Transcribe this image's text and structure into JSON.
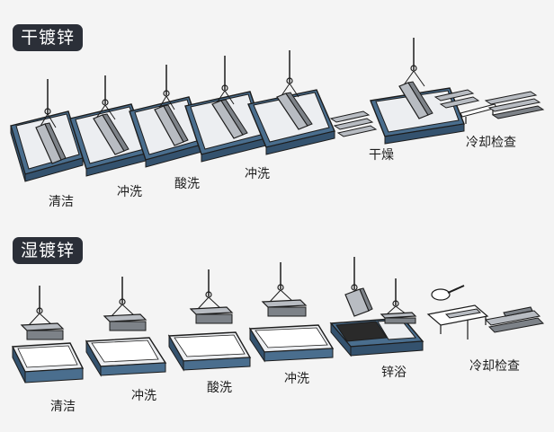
{
  "dry": {
    "title": "干镀锌",
    "steps": [
      "清洁",
      "冲洗",
      "酸洗",
      "冲洗",
      "干燥",
      "冷却检查"
    ]
  },
  "wet": {
    "title": "湿镀锌",
    "steps": [
      "清洁",
      "冲洗",
      "酸洗",
      "冲洗",
      "锌浴",
      "冷却检查"
    ]
  },
  "colors": {
    "tank_front": "#4a6e8e",
    "tank_side": "#34526e",
    "tank_inner": "#eceef1",
    "tank_liquid": "#ffffff",
    "metal": "#b8bcc2",
    "metal_dark": "#7d8288",
    "outline": "#1c1c1c",
    "zinc": "#2a2a2a"
  }
}
